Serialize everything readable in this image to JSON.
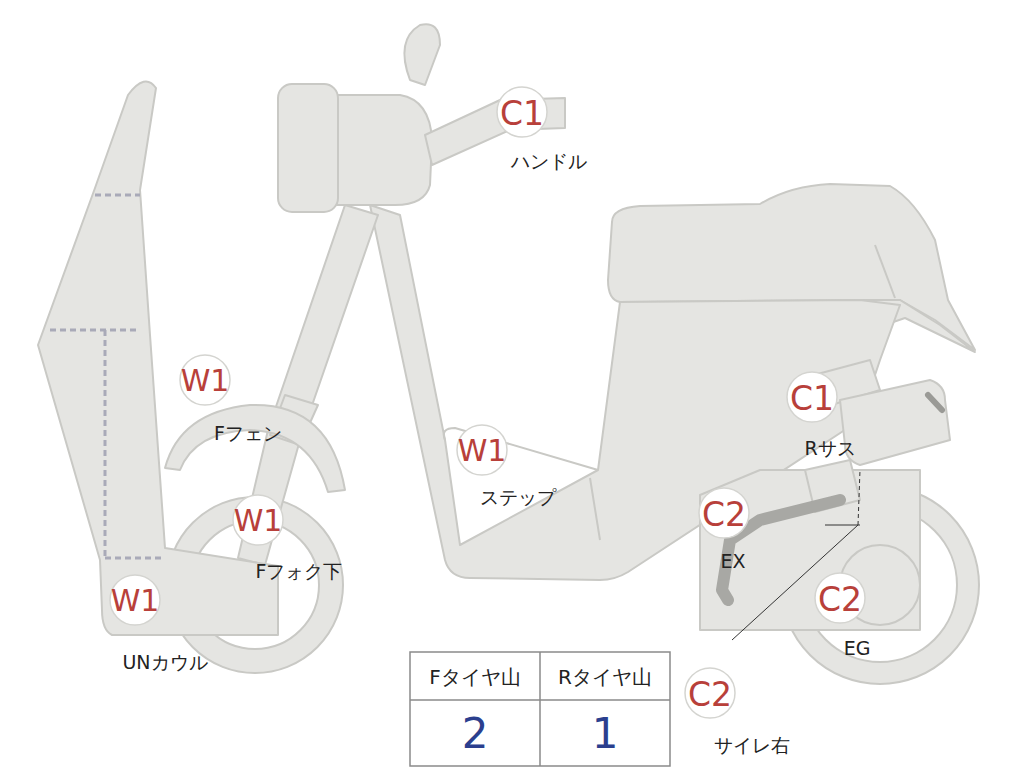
{
  "diagram": {
    "nodes": [
      {
        "text": [
          "C1",
          "ハンドル"
        ]
      },
      {
        "text": [
          "W1",
          "Fフェン"
        ]
      },
      {
        "text": [
          "C1",
          "Rサス"
        ]
      },
      {
        "text": [
          "W1",
          "ステップ"
        ]
      },
      {
        "text": [
          "C2",
          "EX"
        ]
      },
      {
        "text": [
          "W1",
          "Fフォク下"
        ]
      },
      {
        "text": [
          "C2",
          "EG"
        ]
      },
      {
        "text": [
          "W1",
          "UNカウル"
        ]
      },
      {
        "text": [
          "C2",
          "サイレ右"
        ]
      }
    ],
    "labels": [
      "Fタイヤ山",
      "Rタイヤ山",
      "2",
      "1"
    ]
  }
}
